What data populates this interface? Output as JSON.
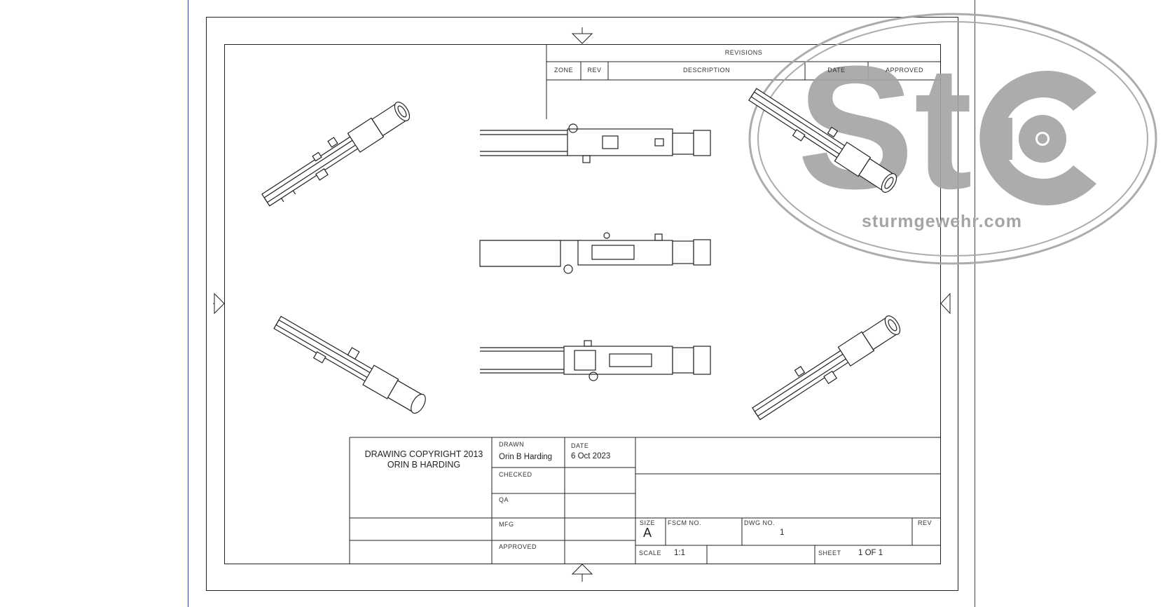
{
  "revisions": {
    "title": "REVISIONS",
    "headers": [
      "ZONE",
      "REV",
      "DESCRIPTION",
      "DATE",
      "APPROVED"
    ]
  },
  "title_block": {
    "copyright_line1": "DRAWING COPYRIGHT 2013",
    "copyright_line2": "ORIN B HARDING",
    "drawn_label": "DRAWN",
    "drawn_value": "Orin B Harding",
    "date_label": "DATE",
    "date_value": "6 Oct 2023",
    "checked_label": "CHECKED",
    "qa_label": "QA",
    "mfg_label": "MFG",
    "approved_label": "APPROVED",
    "size_label": "SIZE",
    "size_value": "A",
    "fscm_label": "FSCM NO.",
    "dwg_label": "DWG NO.",
    "dwg_value": "1",
    "rev_label": "REV",
    "scale_label": "SCALE",
    "scale_value": "1:1",
    "sheet_label": "SHEET",
    "sheet_value": "1 OF 1"
  },
  "watermark": {
    "logo_letters": "St",
    "url": "sturmgewehr.com"
  },
  "colors": {
    "line": "#222222",
    "page_edge": "#3b3f8f",
    "watermark": "#a4a4a4"
  }
}
